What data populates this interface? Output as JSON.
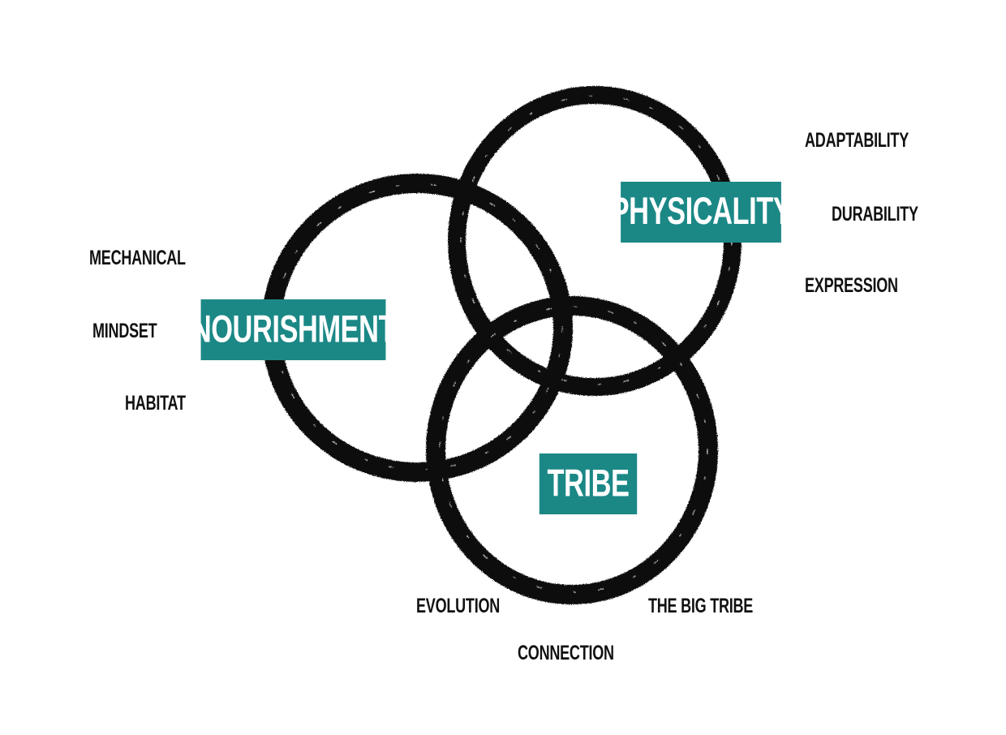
{
  "colors": {
    "accent": "#1b8886",
    "ring": "#0b0b0b",
    "text": "#111111"
  },
  "pillars": {
    "physicality": {
      "label": "PHYSICALITY",
      "attributes": [
        "ADAPTABILITY",
        "DURABILITY",
        "EXPRESSION"
      ]
    },
    "nourishment": {
      "label": "NOURISHMENT",
      "attributes": [
        "MECHANICAL",
        "MINDSET",
        "HABITAT"
      ]
    },
    "tribe": {
      "label": "TRIBE",
      "attributes": [
        "EVOLUTION",
        "CONNECTION",
        "THE BIG TRIBE"
      ]
    }
  }
}
